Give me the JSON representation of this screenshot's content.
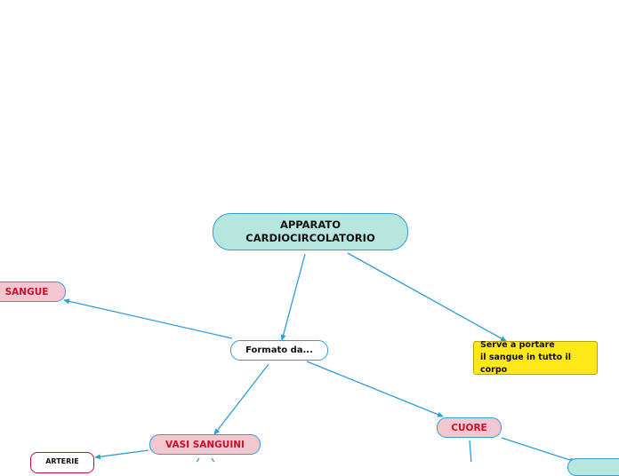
{
  "nodes": {
    "root": "APPARATO\nCARDIOCIRCOLATORIO",
    "sangue": "SANGUE",
    "formato": "Formato da...",
    "serve": "Serve a portare\nil sangue in tutto il corpo",
    "cuore": "CUORE",
    "vasi": "VASI SANGUINI",
    "arterie": "ARTERIE"
  },
  "colors": {
    "connector": "#2a9fd8",
    "root_fill": "#b6e6dd",
    "pink_fill": "#f4c6cf",
    "pink_text": "#c8102e",
    "note_fill": "#ffe817"
  }
}
